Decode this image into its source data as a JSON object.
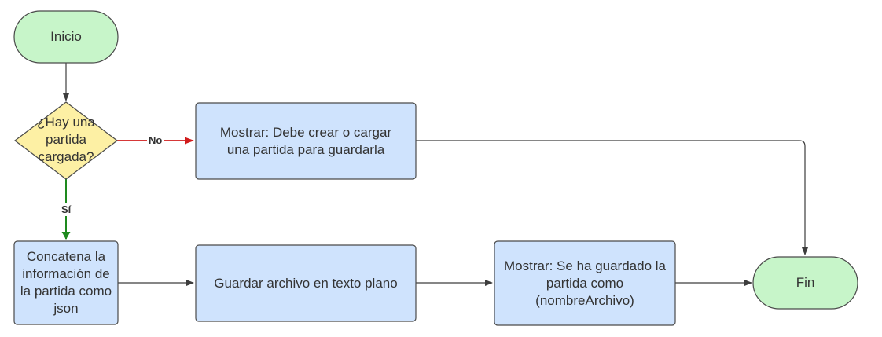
{
  "colors": {
    "terminal_fill": "#c7f5c9",
    "decision_fill": "#fdf0a4",
    "process_fill": "#cfe3fd",
    "stroke": "#4a4a4a",
    "edge_default": "#3d3d3d",
    "edge_no": "#d11c1c",
    "edge_yes": "#1e8a1e"
  },
  "nodes": {
    "start": {
      "shape": "terminal",
      "label": "Inicio"
    },
    "decision": {
      "shape": "decision",
      "label": "¿Hay una partida cargada?"
    },
    "show_error": {
      "shape": "process",
      "label": "Mostrar: Debe crear o cargar una partida para guardarla"
    },
    "concat": {
      "shape": "process",
      "label": "Concatena la información de la partida como json"
    },
    "save_file": {
      "shape": "process",
      "label": "Guardar archivo en texto plano"
    },
    "show_saved": {
      "shape": "process",
      "label": "Mostrar: Se ha guardado la partida como (nombreArchivo)"
    },
    "end": {
      "shape": "terminal",
      "label": "Fin"
    }
  },
  "edges": {
    "no": {
      "from": "decision",
      "to": "show_error",
      "label": "No"
    },
    "yes": {
      "from": "decision",
      "to": "concat",
      "label": "Sí"
    }
  }
}
